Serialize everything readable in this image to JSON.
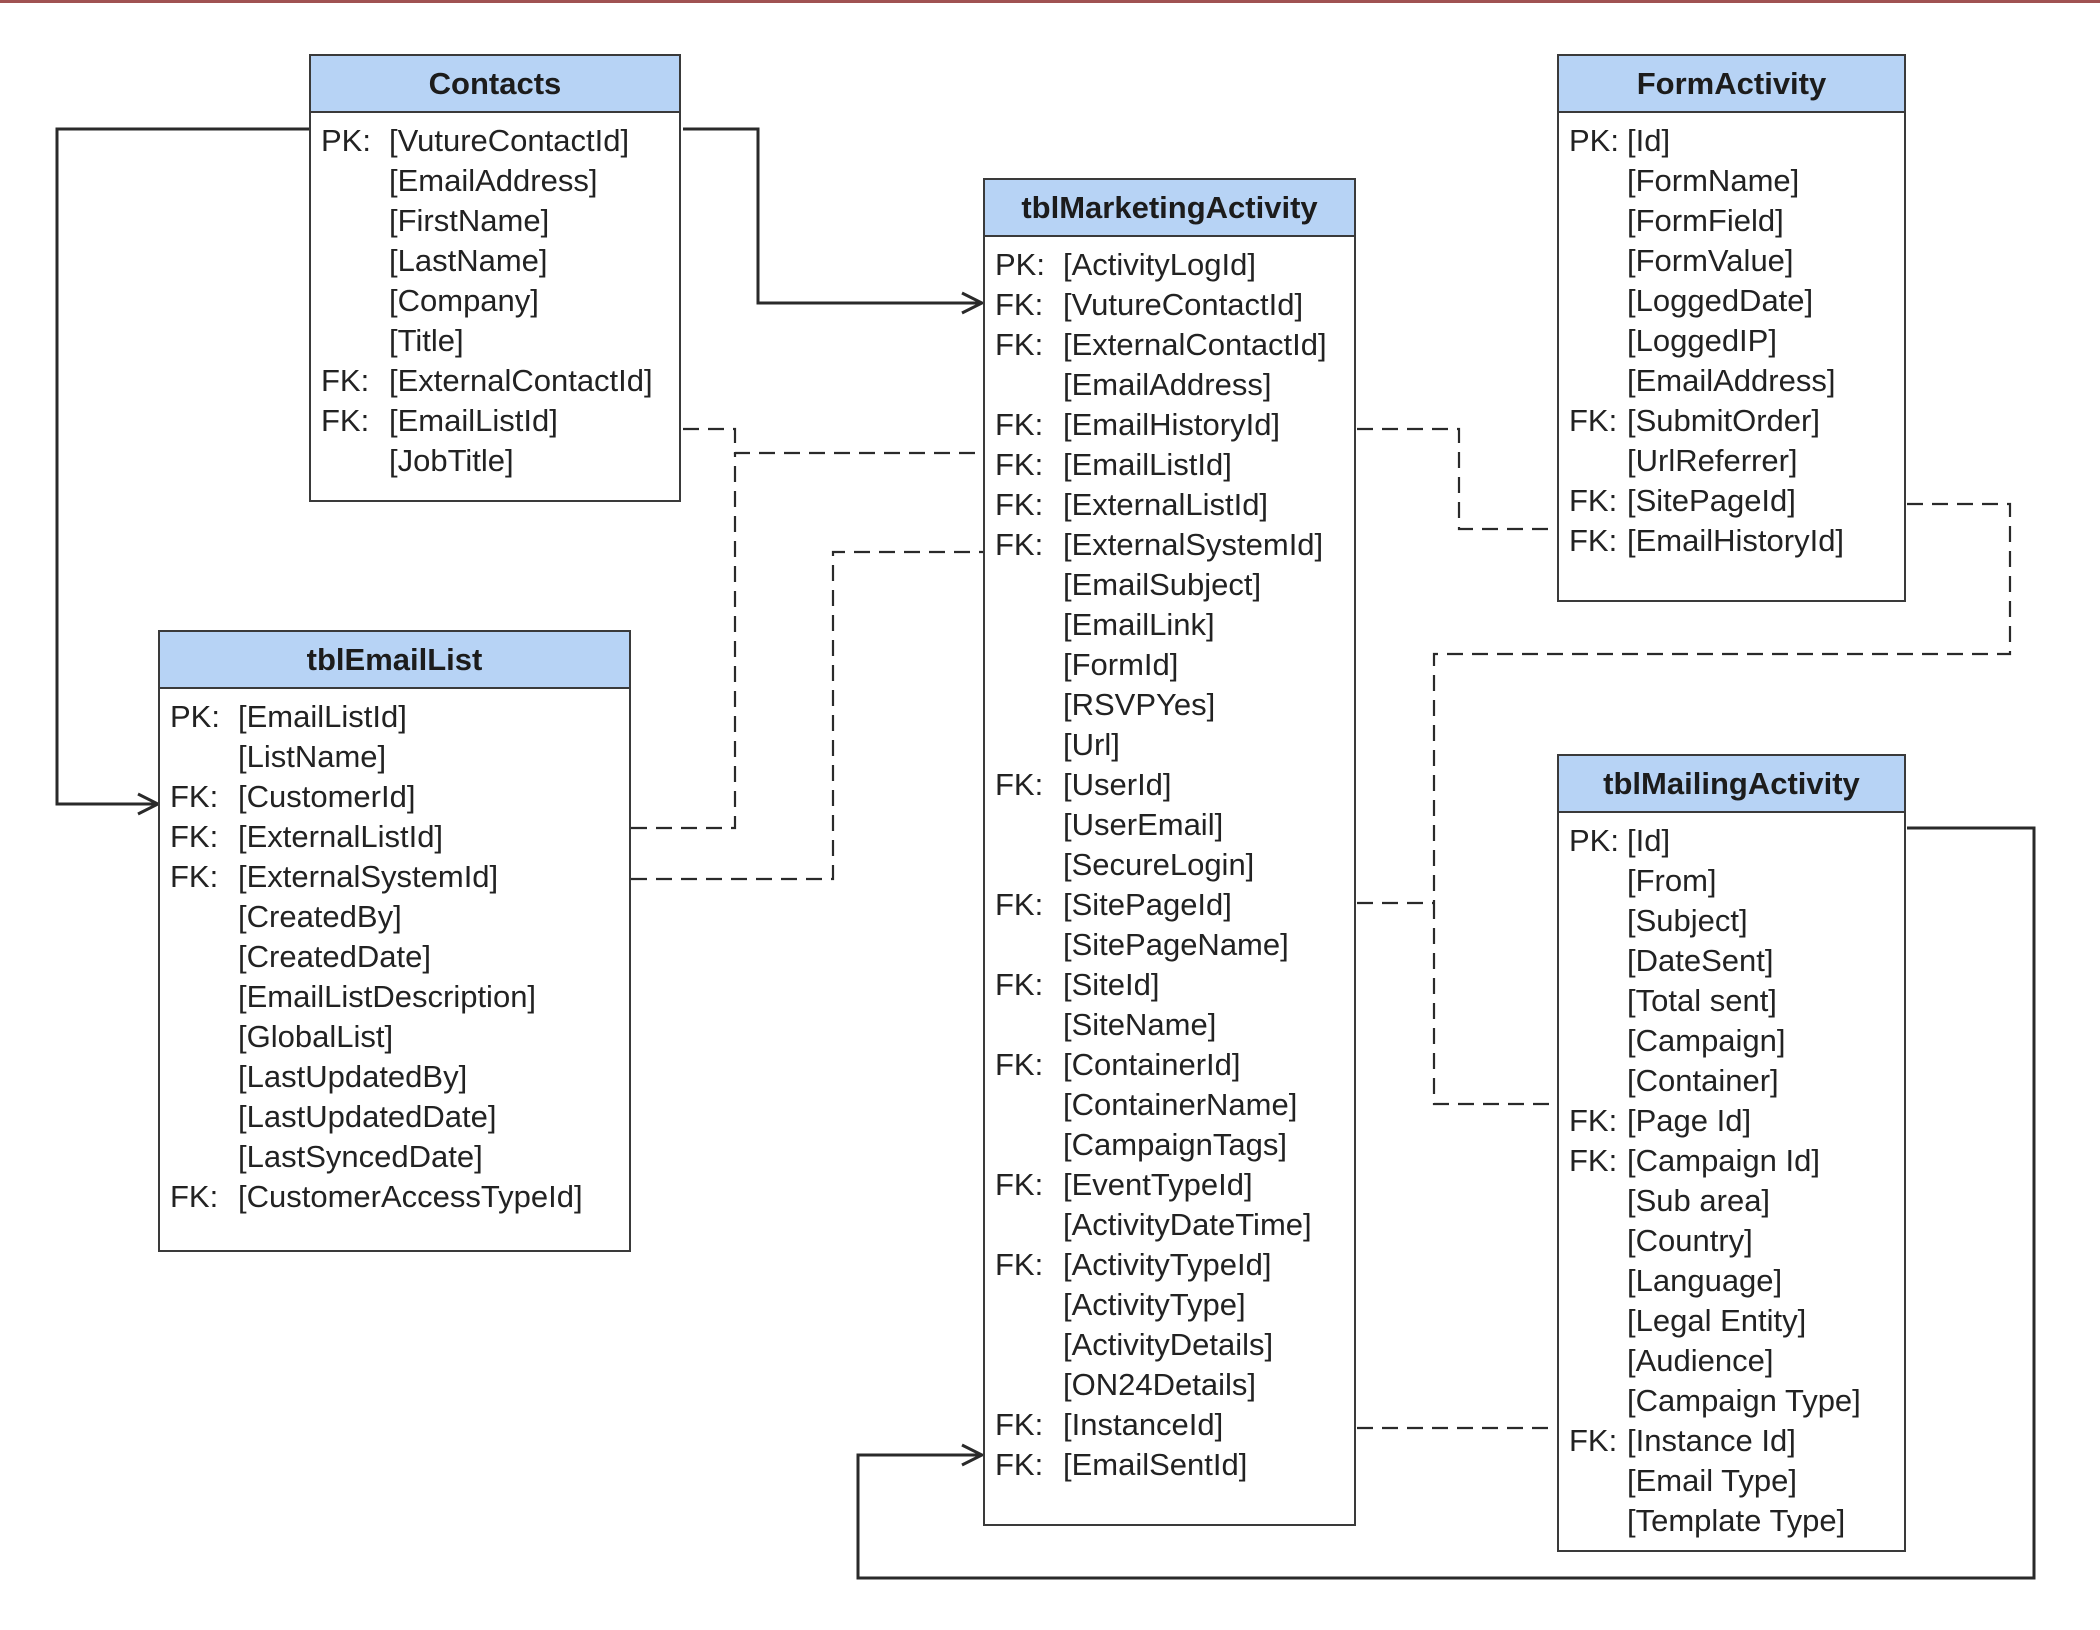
{
  "diagram": {
    "tables": [
      {
        "id": "contacts",
        "name": "Contacts",
        "columns": [
          {
            "key": "PK:",
            "name": "[VutureContactId]"
          },
          {
            "key": "",
            "name": "[EmailAddress]"
          },
          {
            "key": "",
            "name": "[FirstName]"
          },
          {
            "key": "",
            "name": "[LastName]"
          },
          {
            "key": "",
            "name": "[Company]"
          },
          {
            "key": "",
            "name": "[Title]"
          },
          {
            "key": "FK:",
            "name": "[ExternalContactId]"
          },
          {
            "key": "FK:",
            "name": "[EmailListId]"
          },
          {
            "key": "",
            "name": "[JobTitle]"
          }
        ]
      },
      {
        "id": "tblEmailList",
        "name": "tblEmailList",
        "columns": [
          {
            "key": "PK:",
            "name": "[EmailListId]"
          },
          {
            "key": "",
            "name": "[ListName]"
          },
          {
            "key": "FK:",
            "name": "[CustomerId]"
          },
          {
            "key": "FK:",
            "name": "[ExternalListId]"
          },
          {
            "key": "FK:",
            "name": "[ExternalSystemId]"
          },
          {
            "key": "",
            "name": "[CreatedBy]"
          },
          {
            "key": "",
            "name": "[CreatedDate]"
          },
          {
            "key": "",
            "name": "[EmailListDescription]"
          },
          {
            "key": "",
            "name": "[GlobalList]"
          },
          {
            "key": "",
            "name": "[LastUpdatedBy]"
          },
          {
            "key": "",
            "name": "[LastUpdatedDate]"
          },
          {
            "key": "",
            "name": "[LastSyncedDate]"
          },
          {
            "key": "FK:",
            "name": "[CustomerAccessTypeId]"
          }
        ]
      },
      {
        "id": "tblMarketingActivity",
        "name": "tblMarketingActivity",
        "columns": [
          {
            "key": "PK:",
            "name": "[ActivityLogId]"
          },
          {
            "key": "FK:",
            "name": "[VutureContactId]"
          },
          {
            "key": "FK:",
            "name": "[ExternalContactId]"
          },
          {
            "key": "",
            "name": "[EmailAddress]"
          },
          {
            "key": "FK:",
            "name": "[EmailHistoryId]"
          },
          {
            "key": "FK:",
            "name": "[EmailListId]"
          },
          {
            "key": "FK:",
            "name": "[ExternalListId]"
          },
          {
            "key": "FK:",
            "name": "[ExternalSystemId]"
          },
          {
            "key": "",
            "name": "[EmailSubject]"
          },
          {
            "key": "",
            "name": "[EmailLink]"
          },
          {
            "key": "",
            "name": "[FormId]"
          },
          {
            "key": "",
            "name": "[RSVPYes]"
          },
          {
            "key": "",
            "name": "[Url]"
          },
          {
            "key": "FK:",
            "name": "[UserId]"
          },
          {
            "key": "",
            "name": "[UserEmail]"
          },
          {
            "key": "",
            "name": "[SecureLogin]"
          },
          {
            "key": "FK:",
            "name": "[SitePageId]"
          },
          {
            "key": "",
            "name": "[SitePageName]"
          },
          {
            "key": "FK:",
            "name": "[SiteId]"
          },
          {
            "key": "",
            "name": "[SiteName]"
          },
          {
            "key": "FK:",
            "name": "[ContainerId]"
          },
          {
            "key": "",
            "name": "[ContainerName]"
          },
          {
            "key": "",
            "name": "[CampaignTags]"
          },
          {
            "key": "FK:",
            "name": "[EventTypeId]"
          },
          {
            "key": "",
            "name": "[ActivityDateTime]"
          },
          {
            "key": "FK:",
            "name": "[ActivityTypeId]"
          },
          {
            "key": "",
            "name": "[ActivityType]"
          },
          {
            "key": "",
            "name": "[ActivityDetails]"
          },
          {
            "key": "",
            "name": "[ON24Details]"
          },
          {
            "key": "FK:",
            "name": "[InstanceId]"
          },
          {
            "key": "FK:",
            "name": "[EmailSentId]"
          }
        ]
      },
      {
        "id": "formActivity",
        "name": "FormActivity",
        "columns": [
          {
            "key": "PK:",
            "name": "[Id]"
          },
          {
            "key": "",
            "name": "[FormName]"
          },
          {
            "key": "",
            "name": "[FormField]"
          },
          {
            "key": "",
            "name": "[FormValue]"
          },
          {
            "key": "",
            "name": "[LoggedDate]"
          },
          {
            "key": "",
            "name": "[LoggedIP]"
          },
          {
            "key": "",
            "name": "[EmailAddress]"
          },
          {
            "key": "FK:",
            "name": "[SubmitOrder]"
          },
          {
            "key": "",
            "name": "[UrlReferrer]"
          },
          {
            "key": "FK:",
            "name": "[SitePageId]"
          },
          {
            "key": "FK:",
            "name": "[EmailHistoryId]"
          }
        ]
      },
      {
        "id": "tblMailingActivity",
        "name": "tblMailingActivity",
        "columns": [
          {
            "key": "PK:",
            "name": "[Id]"
          },
          {
            "key": "",
            "name": "[From]"
          },
          {
            "key": "",
            "name": "[Subject]"
          },
          {
            "key": "",
            "name": "[DateSent]"
          },
          {
            "key": "",
            "name": "[Total sent]"
          },
          {
            "key": "",
            "name": "[Campaign]"
          },
          {
            "key": "",
            "name": "[Container]"
          },
          {
            "key": "FK:",
            "name": "[Page Id]"
          },
          {
            "key": "FK:",
            "name": "[Campaign Id]"
          },
          {
            "key": "",
            "name": "[Sub area]"
          },
          {
            "key": "",
            "name": "[Country]"
          },
          {
            "key": "",
            "name": "[Language]"
          },
          {
            "key": "",
            "name": "[Legal Entity]"
          },
          {
            "key": "",
            "name": "[Audience]"
          },
          {
            "key": "",
            "name": "[Campaign Type]"
          },
          {
            "key": "FK:",
            "name": "[Instance Id]"
          },
          {
            "key": "",
            "name": "[Email Type]"
          },
          {
            "key": "",
            "name": "[Template Type]"
          }
        ]
      }
    ],
    "relationships": [
      {
        "from": "Contacts.[VutureContactId]",
        "to": "tblMarketingActivity.[VutureContactId]",
        "style": "solid-arrow"
      },
      {
        "from": "Contacts.[VutureContactId]",
        "to": "tblEmailList.[CustomerId]",
        "style": "solid-arrow"
      },
      {
        "from": "tblMailingActivity.[Id]",
        "to": "tblMarketingActivity.[EmailSentId]",
        "style": "solid-arrow"
      },
      {
        "from": "Contacts.[EmailListId]",
        "to": "tblMarketingActivity.[EmailListId]",
        "style": "dashed"
      },
      {
        "from": "tblEmailList.[ExternalListId]",
        "to": "tblMarketingActivity.[EmailListId]",
        "style": "dashed"
      },
      {
        "from": "tblEmailList.[ExternalSystemId]",
        "to": "tblMarketingActivity.[ExternalSystemId]",
        "style": "dashed"
      },
      {
        "from": "tblMarketingActivity.[EmailHistoryId]",
        "to": "FormActivity.[EmailHistoryId]",
        "style": "dashed"
      },
      {
        "from": "FormActivity.[SitePageId]",
        "to": "tblMarketingActivity.[SitePageId]",
        "style": "dashed"
      },
      {
        "from": "tblMarketingActivity.[SitePageId]",
        "to": "tblMailingActivity.[Page Id]",
        "style": "dashed"
      },
      {
        "from": "tblMarketingActivity.[InstanceId]",
        "to": "tblMailingActivity.[Instance Id]",
        "style": "dashed"
      }
    ],
    "colors": {
      "header_fill": "#b7d3f5",
      "border": "#3a3a3a",
      "connector": "#2a2a2a",
      "top_rule": "#a05252"
    }
  }
}
